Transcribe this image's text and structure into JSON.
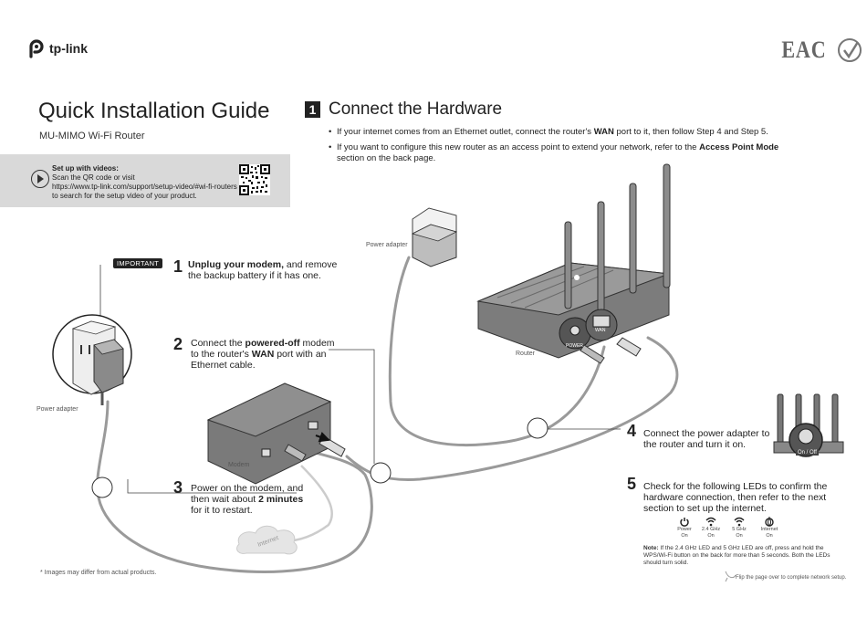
{
  "brand": {
    "name": "tp-link"
  },
  "cert": {
    "mark": "EAC"
  },
  "header": {
    "title": "Quick Installation Guide",
    "subtitle": "MU-MIMO Wi-Fi Router"
  },
  "video": {
    "heading": "Set up with videos:",
    "line1": "Scan the QR code or visit",
    "url": "https://www.tp-link.com/support/setup-video/#wi-fi-routers",
    "line3": "to search for the setup video of your product."
  },
  "section1": {
    "number": "1",
    "title": "Connect the Hardware",
    "bullet1_pre": "If your internet comes from an Ethernet outlet, connect the router's ",
    "bullet1_bold": "WAN",
    "bullet1_post": " port to it, then follow Step 4 and Step 5.",
    "bullet2_pre": "If you want to configure this new router as an access point to extend your network, refer to the ",
    "bullet2_bold": "Access Point Mode",
    "bullet2_post": "section on the back page."
  },
  "important_label": "IMPORTANT",
  "labels": {
    "power_adapter_top": "Power adapter",
    "power_adapter_left": "Power adapter",
    "router": "Router",
    "modem": "Modem",
    "internet": "Internet",
    "power_port": "POWER",
    "wan_port": "WAN",
    "on_off": "On / Off"
  },
  "steps": {
    "s1": {
      "num": "1",
      "bold": "Unplug your modem,",
      "rest": " and remove",
      "line2": "the backup battery if it has one."
    },
    "s2": {
      "num": "2",
      "pre": "Connect the ",
      "bold": "powered-off",
      "post": " modem",
      "line2_pre": "to the router's ",
      "line2_bold": "WAN",
      "line2_post": " port with an",
      "line3": "Ethernet cable."
    },
    "s3": {
      "num": "3",
      "line1": "Power on the modem, and",
      "line2_pre": "then wait about ",
      "line2_bold": "2 minutes",
      "line3": "for it to restart."
    },
    "s4": {
      "num": "4",
      "line1": "Connect the power adapter to",
      "line2": "the router and turn it on."
    },
    "s5": {
      "num": "5",
      "line1": "Check for the following LEDs to confirm the",
      "line2": "hardware connection, then refer to the next",
      "line3": "section to set up the internet."
    }
  },
  "leds": [
    {
      "name": "Power",
      "state": "On"
    },
    {
      "name": "2.4 GHz",
      "state": "On"
    },
    {
      "name": "5 GHz",
      "state": "On"
    },
    {
      "name": "Internet",
      "state": "On"
    }
  ],
  "note": {
    "label": "Note:",
    "text": " If the 2.4 GHz LED and 5 GHz LED are off, press and hold the WPS/Wi-Fi button on the back for more than 5 seconds. Both the LEDs should turn solid."
  },
  "footer": {
    "disclaimer": "* Images may differ from actual products.",
    "flip": "Flip the page over to complete network setup."
  }
}
